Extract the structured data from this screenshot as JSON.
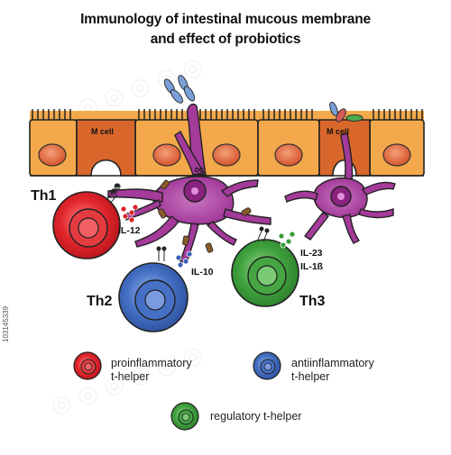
{
  "title": {
    "line1": "Immunology of intestinal mucous membrane",
    "line2": "and effect of probiotics"
  },
  "labels": {
    "m_cell_left": "M cell",
    "m_cell_right": "M cell",
    "dc": "DC",
    "th1": "Th1",
    "th2": "Th2",
    "th3": "Th3",
    "il12": "IL-12",
    "il10": "IL-10",
    "il23": "IL-23",
    "il1b": "IL-1ß"
  },
  "legend": [
    {
      "text_line1": "proinflammatory",
      "text_line2": "t-helper",
      "color": "#d8262c"
    },
    {
      "text_line1": "antiinflammatory",
      "text_line2": "t-helper",
      "color": "#3a63b8"
    },
    {
      "text_line1": "regulatory t-helper",
      "text_line2": "",
      "color": "#3a9a3a"
    }
  ],
  "stock_id": "103145339",
  "colors": {
    "epithelium": "#f3a94b",
    "m_cell": "#d9672b",
    "nucleus": "#e0632f",
    "dendritic_cell": "#a43a9a",
    "th1": "#d8262c",
    "th2": "#3a63b8",
    "th3": "#3a9a3a"
  }
}
